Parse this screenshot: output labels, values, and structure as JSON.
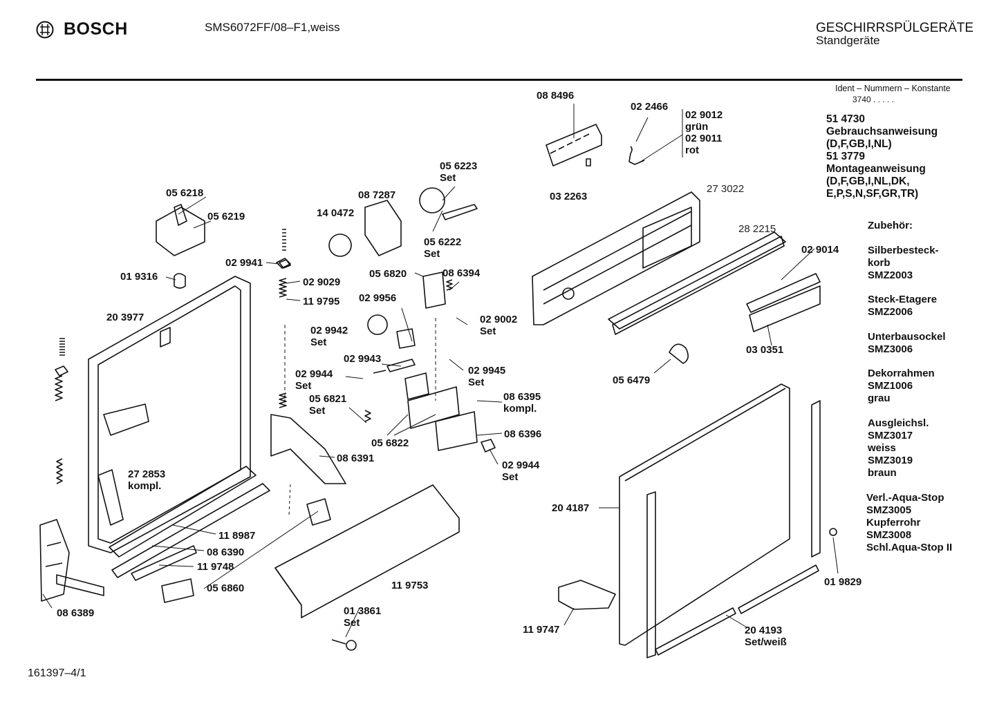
{
  "header": {
    "brand": "BOSCH",
    "model": "SMS6072FF/08–F1,weiss",
    "category_line1": "GESCHIRRSPÜLGERÄTE",
    "category_line2": "Standgeräte"
  },
  "ident": {
    "title": "Ident – Nummern – Konstante",
    "value": "3740  .  .  .  .  ."
  },
  "documents": [
    "51 4730",
    "Gebrauchsanweisung",
    "(D,F,GB,I,NL)",
    "51 3779",
    "Montageanweisung",
    "(D,F,GB,I,NL,DK,",
    "E,P,S,N,SF,GR,TR)"
  ],
  "accessories": {
    "title": "Zubehör:",
    "items": [
      [
        "Silberbesteck-",
        "korb",
        "SMZ2003"
      ],
      [
        "Steck-Etagere",
        "SMZ2006"
      ],
      [
        "Unterbausockel",
        "SMZ3006"
      ],
      [
        "Dekorrahmen",
        "SMZ1006",
        "grau"
      ],
      [
        "Ausgleichsl.",
        "SMZ3017",
        "weiss",
        "SMZ3019",
        "braun"
      ],
      [
        "Verl.-Aqua-Stop",
        "SMZ3005",
        "Kupferrohr",
        "SMZ3008",
        "Schl.Aqua-Stop II"
      ]
    ]
  },
  "parts": [
    {
      "lines": [
        "08 8496"
      ]
    },
    {
      "lines": [
        "02 2466"
      ]
    },
    {
      "lines": [
        "02 9012",
        "grün",
        "02 9011",
        "rot"
      ]
    },
    {
      "lines": [
        "03 2263"
      ]
    },
    {
      "lines": [
        "27 3022"
      ]
    },
    {
      "lines": [
        "05 6223",
        "Set"
      ]
    },
    {
      "lines": [
        "08 7287"
      ]
    },
    {
      "lines": [
        "14 0472"
      ]
    },
    {
      "lines": [
        "05 6222",
        "Set"
      ]
    },
    {
      "lines": [
        "05 6218"
      ]
    },
    {
      "lines": [
        "05 6219"
      ]
    },
    {
      "lines": [
        "02 9941"
      ]
    },
    {
      "lines": [
        "01 9316"
      ]
    },
    {
      "lines": [
        "02 9029"
      ]
    },
    {
      "lines": [
        "11 9795"
      ]
    },
    {
      "lines": [
        "20 3977"
      ]
    },
    {
      "lines": [
        "05 6820"
      ]
    },
    {
      "lines": [
        "08 6394"
      ]
    },
    {
      "lines": [
        "02 9956"
      ]
    },
    {
      "lines": [
        "02 9002",
        "Set"
      ]
    },
    {
      "lines": [
        "02 9942",
        "Set"
      ]
    },
    {
      "lines": [
        "02 9943"
      ]
    },
    {
      "lines": [
        "02 9945",
        "Set"
      ]
    },
    {
      "lines": [
        "02 9944",
        "Set"
      ]
    },
    {
      "lines": [
        "05 6821",
        "Set"
      ]
    },
    {
      "lines": [
        "08 6395",
        "kompl."
      ]
    },
    {
      "lines": [
        "05 6822"
      ]
    },
    {
      "lines": [
        "08 6396"
      ]
    },
    {
      "lines": [
        "02 9944",
        "Set"
      ]
    },
    {
      "lines": [
        "08 6391"
      ]
    },
    {
      "lines": [
        "27 2853",
        "kompl."
      ]
    },
    {
      "lines": [
        "11 8987"
      ]
    },
    {
      "lines": [
        "08 6390"
      ]
    },
    {
      "lines": [
        "11 9748"
      ]
    },
    {
      "lines": [
        "05 6860"
      ]
    },
    {
      "lines": [
        "08 6389"
      ]
    },
    {
      "lines": [
        "11 9753"
      ]
    },
    {
      "lines": [
        "01 3861",
        "Set"
      ]
    },
    {
      "lines": [
        "28 2215"
      ]
    },
    {
      "lines": [
        "02 9014"
      ]
    },
    {
      "lines": [
        "03 0351"
      ]
    },
    {
      "lines": [
        "05 6479"
      ]
    },
    {
      "lines": [
        "20 4187"
      ]
    },
    {
      "lines": [
        "11 9747"
      ]
    },
    {
      "lines": [
        "20 4193",
        "Set/weiß"
      ]
    },
    {
      "lines": [
        "01 9829"
      ]
    }
  ],
  "footer": {
    "drawing_number": "161397–4/1"
  }
}
